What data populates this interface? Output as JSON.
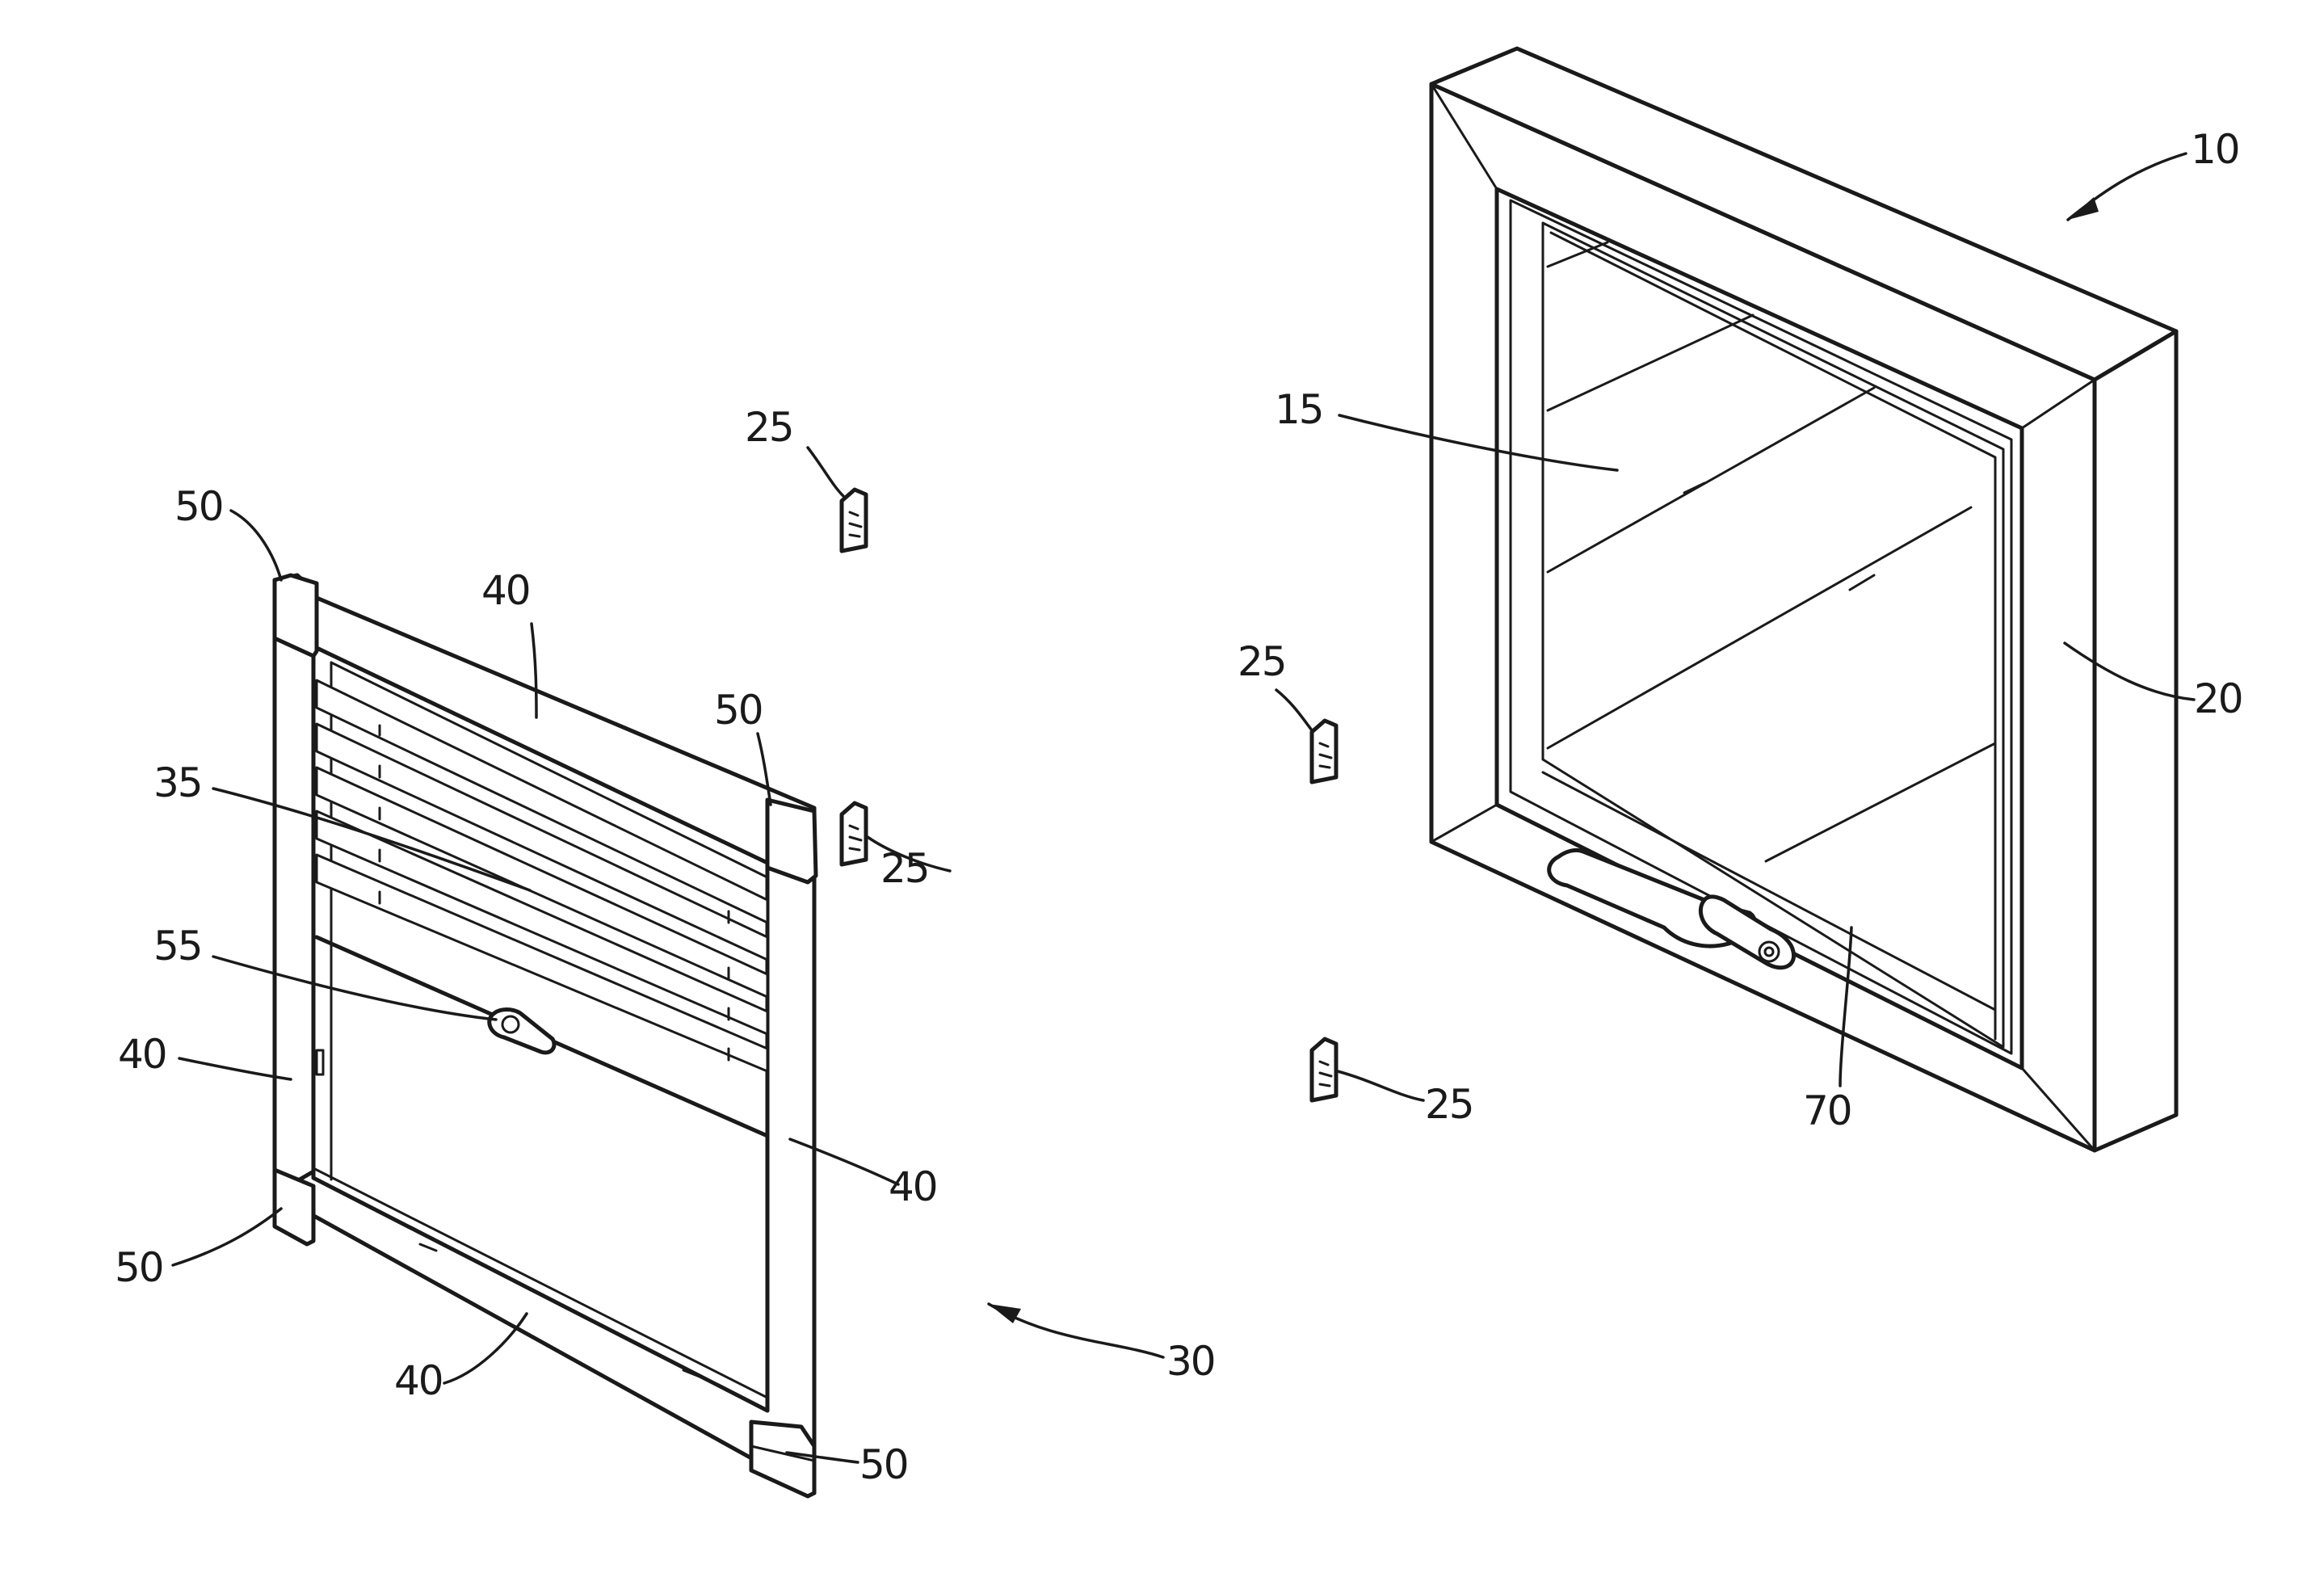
{
  "figure": {
    "reference_labels": [
      {
        "id": "label-10",
        "text": "10"
      },
      {
        "id": "label-15",
        "text": "15"
      },
      {
        "id": "label-20",
        "text": "20"
      },
      {
        "id": "label-25-a",
        "text": "25"
      },
      {
        "id": "label-25-b",
        "text": "25"
      },
      {
        "id": "label-25-c",
        "text": "25"
      },
      {
        "id": "label-25-d",
        "text": "25"
      },
      {
        "id": "label-30",
        "text": "30"
      },
      {
        "id": "label-35",
        "text": "35"
      },
      {
        "id": "label-40-top",
        "text": "40"
      },
      {
        "id": "label-40-left",
        "text": "40"
      },
      {
        "id": "label-40-right",
        "text": "40"
      },
      {
        "id": "label-40-bottom",
        "text": "40"
      },
      {
        "id": "label-50-tl",
        "text": "50"
      },
      {
        "id": "label-50-tr",
        "text": "50"
      },
      {
        "id": "label-50-bl",
        "text": "50"
      },
      {
        "id": "label-50-br",
        "text": "50"
      },
      {
        "id": "label-55",
        "text": "55"
      },
      {
        "id": "label-70",
        "text": "70"
      }
    ]
  }
}
